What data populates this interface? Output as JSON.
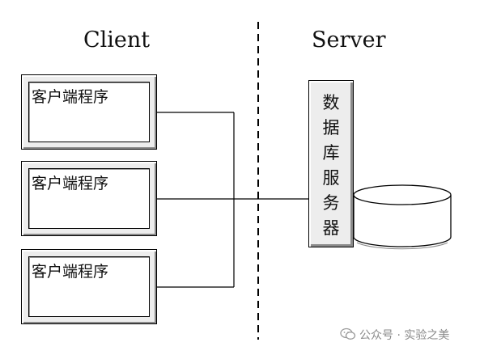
{
  "headers": {
    "client": "Client",
    "server": "Server"
  },
  "clients": [
    {
      "label": "客户端程序"
    },
    {
      "label": "客户端程序"
    },
    {
      "label": "客户端程序"
    }
  ],
  "server": {
    "label_chars": [
      "数",
      "据",
      "库",
      "服",
      "务",
      "器"
    ]
  },
  "watermark": {
    "text": "公众号 · 实验之美",
    "icon": "wechat-icon"
  }
}
